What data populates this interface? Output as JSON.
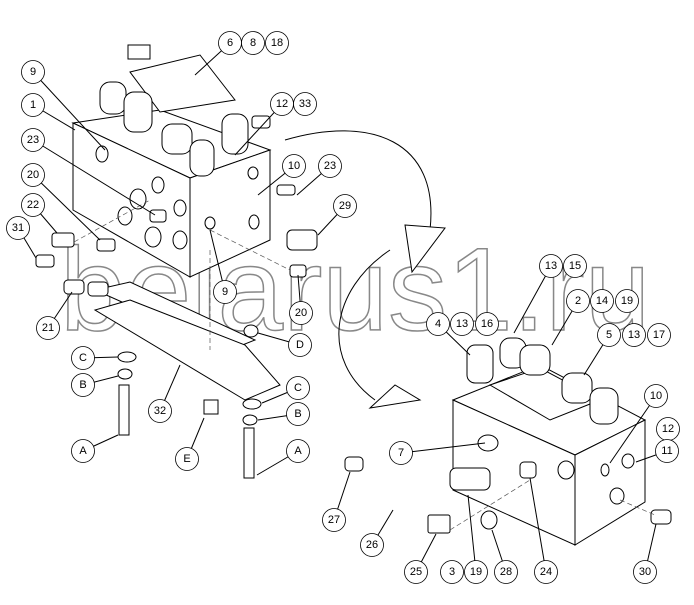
{
  "watermark": "belarus1.ru",
  "left_assembly_callouts": [
    "6",
    "8",
    "18",
    "9",
    "1",
    "12",
    "33",
    "23",
    "10",
    "23",
    "20",
    "22",
    "29",
    "31",
    "9",
    "21",
    "20",
    "D",
    "C",
    "B",
    "C",
    "B",
    "32",
    "A",
    "E",
    "A"
  ],
  "right_assembly_callouts": [
    "13",
    "15",
    "2",
    "14",
    "19",
    "4",
    "13",
    "16",
    "5",
    "13",
    "17",
    "10",
    "12",
    "11",
    "7",
    "27",
    "26",
    "25",
    "3",
    "19",
    "28",
    "24",
    "30"
  ]
}
